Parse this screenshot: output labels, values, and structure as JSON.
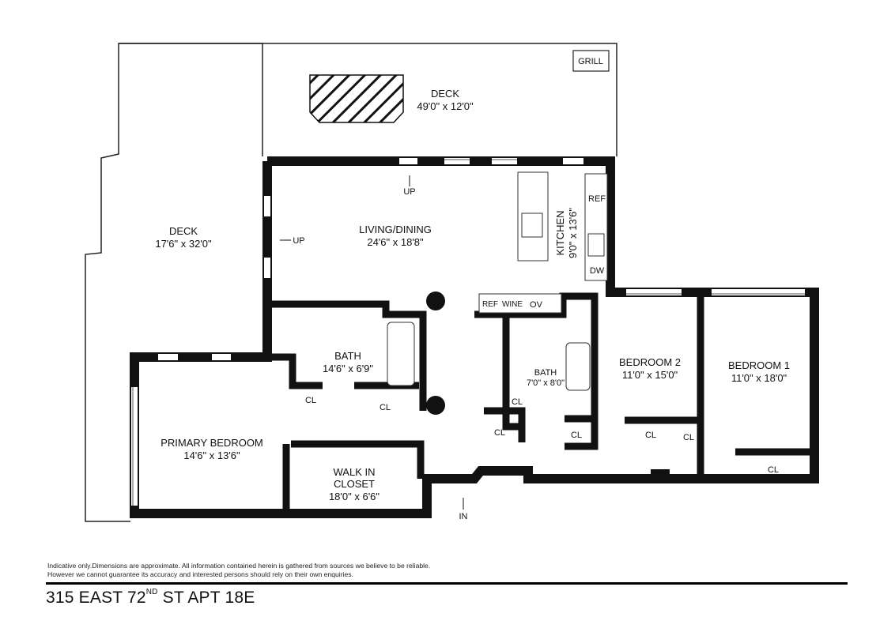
{
  "rooms": {
    "deck_top": {
      "name": "DECK",
      "dims": "49'0\" x 12'0\""
    },
    "deck_left": {
      "name": "DECK",
      "dims": "17'6\" x 32'0\""
    },
    "living": {
      "name": "LIVING/DINING",
      "dims": "24'6\" x 18'8\""
    },
    "kitchen": {
      "name": "KITCHEN",
      "dims": "9'0\" x 13'6\""
    },
    "bath_main": {
      "name": "BATH",
      "dims": "14'6\" x 6'9\""
    },
    "bath_small": {
      "name": "BATH",
      "dims": "7'0\" x 8'0\""
    },
    "bedroom2": {
      "name": "BEDROOM 2",
      "dims": "11'0\" x 15'0\""
    },
    "bedroom1": {
      "name": "BEDROOM 1",
      "dims": "11'0\" x 18'0\""
    },
    "primary": {
      "name": "PRIMARY BEDROOM",
      "dims": "14'6\" x 13'6\""
    },
    "walkin": {
      "name1": "WALK IN",
      "name2": "CLOSET",
      "dims": "18'0\" x 6'6\""
    }
  },
  "fixtures": {
    "grill": "GRILL",
    "ref": "REF",
    "dw": "DW",
    "ref2": "REF",
    "wine": "WINE",
    "ov": "OV",
    "closet": "CL",
    "up": "UP",
    "in": "IN"
  },
  "footer": {
    "disclaimer_line1": "Indicative only.Dimensions are approximate. All information contained herein is gathered from sources we believe to be reliable.",
    "disclaimer_line2": "However we cannot guarantee its accuracy and interested persons should rely on their own enquiries.",
    "address_pre": "315 EAST 72",
    "address_sup": "ND",
    "address_post": " ST APT 18E"
  }
}
